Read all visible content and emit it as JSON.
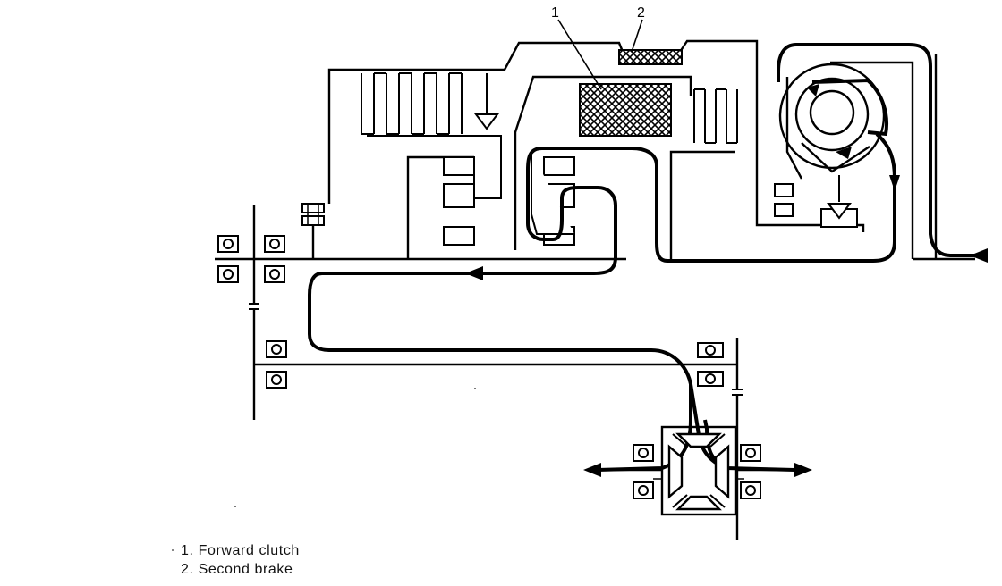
{
  "callouts": [
    {
      "number": "1",
      "part": "Forward clutch"
    },
    {
      "number": "2",
      "part": "Second brake"
    }
  ],
  "legend": [
    {
      "number": "1.",
      "label": "Forward clutch"
    },
    {
      "number": "2.",
      "label": "Second brake"
    }
  ],
  "colors": {
    "line": "#000000",
    "background": "#ffffff"
  }
}
